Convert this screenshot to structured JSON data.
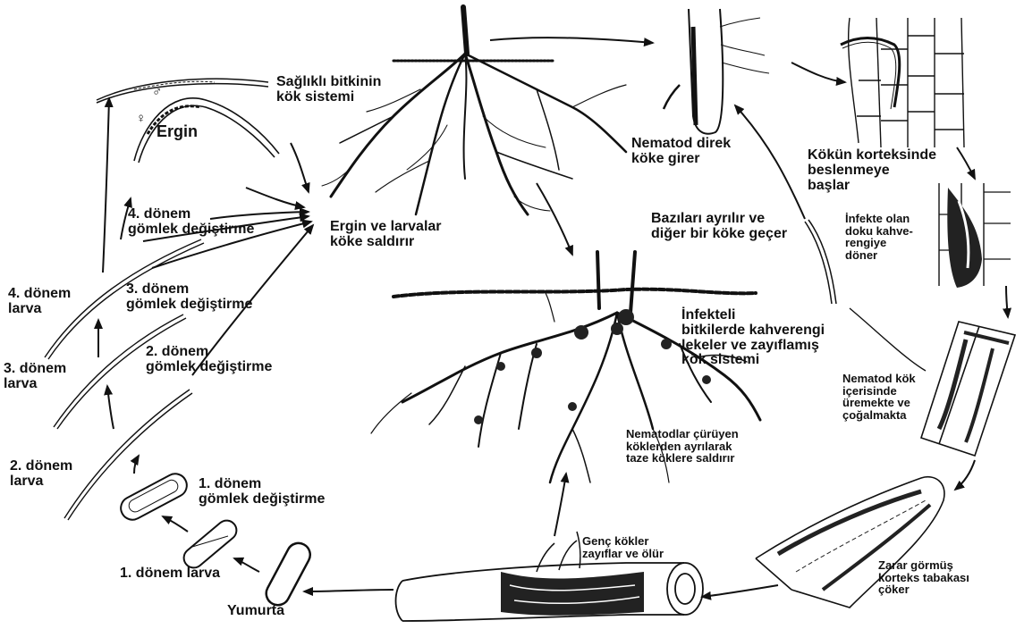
{
  "labels": {
    "ergin": "Ergin",
    "male_symbol": "♂",
    "female_symbol": "♀",
    "molt4": "4. dönem\ngömlek değiştirme",
    "larva4": "4. dönem\nlarva",
    "molt3": "3. dönem\ngömlek değiştirme",
    "larva3": "3. dönem\nlarva",
    "molt2": "2. dönem\ngömlek değiştirme",
    "larva2": "2. dönem\nlarva",
    "molt1": "1. dönem\ngömlek değiştirme",
    "larva1": "1. dönem larva",
    "egg": "Yumurta",
    "healthy_roots": "Sağlıklı bitkinin\nkök sistemi",
    "adults_attack": "Ergin ve larvalar\nköke saldırır",
    "enter_root": "Nematod direk\nköke girer",
    "feeding": "Kökün korteksinde\nbeslenmeye\nbaşlar",
    "some_leave": "Bazıları ayrılır ve\ndiğer bir köke geçer",
    "browning": "İnfekte olan\ndoku kahve-\nrengiye\ndöner",
    "infected_roots": "İnfekteli\nbitkilerde kahverengi\nlekeler ve zayıflamış\nkök sistemi",
    "reproduce": "Nematod kök\niçerisinde\nüremekte ve\nçoğalmakta",
    "leave_rotting": "Nematodlar çürüyen\nköklerden ayrılarak\ntaze köklere saldırır",
    "young_roots": "Genç kökler\nzayıflar ve ölür",
    "cortex_collapse": "Zarar görmüş\nkorteks tabakası\nçöker"
  }
}
